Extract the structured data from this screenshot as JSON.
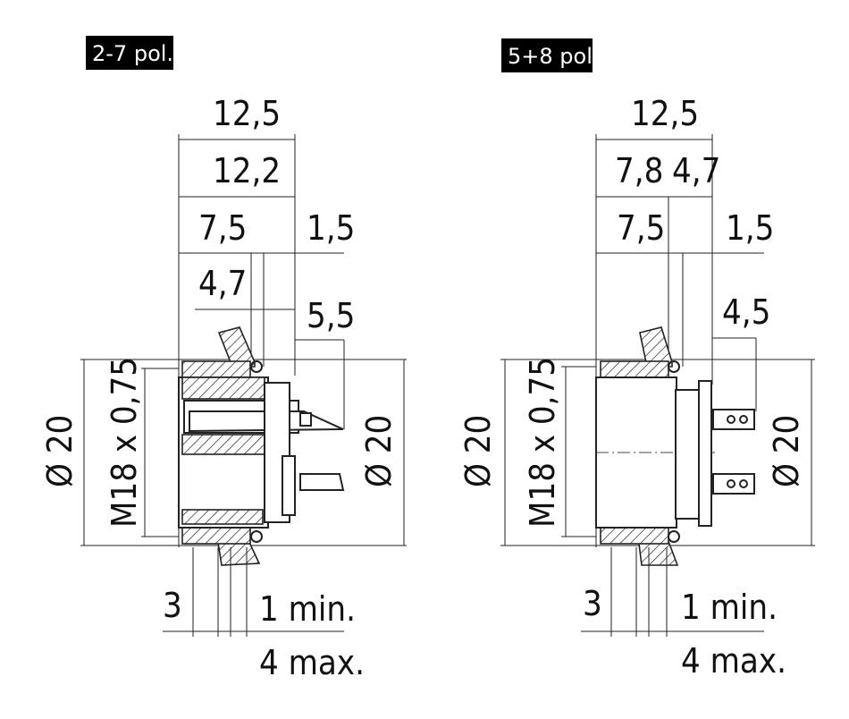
{
  "views": [
    {
      "title": "2-7 pol.",
      "dims": {
        "d12_5": "12,5",
        "d12_2": "12,2",
        "d7_5": "7,5",
        "d1_5": "1,5",
        "d4_7": "4,7",
        "d5_5": "5,5",
        "dia_left": "Ø 20",
        "thread": "M18 x 0,75",
        "dia_right": "Ø 20",
        "d3": "3",
        "min": "1 min.",
        "max": "4 max."
      }
    },
    {
      "title": "5+8 pol.",
      "dims": {
        "d12_5": "12,5",
        "d7_8": "7,8",
        "d4_7": "4,7",
        "d7_5": "7,5",
        "d1_5": "1,5",
        "d4_5": "4,5",
        "dia_left": "Ø 20",
        "thread": "M18 x 0,75",
        "dia_right": "Ø 20",
        "d3": "3",
        "min": "1 min.",
        "max": "4 max."
      }
    }
  ]
}
